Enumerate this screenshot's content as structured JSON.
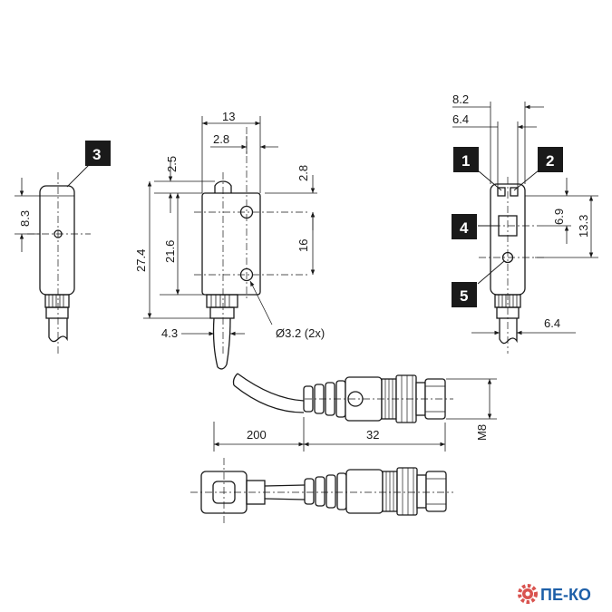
{
  "dimensions": {
    "d13": "13",
    "d2_8_top": "2.8",
    "d2_5": "2.5",
    "d2_8_right": "2.8",
    "d27_4": "27.4",
    "d21_6": "21.6",
    "d16": "16",
    "d8_3": "8.3",
    "d4_3": "4.3",
    "hole": "Ø3.2 (2x)",
    "d8_2": "8.2",
    "d6_4_top": "6.4",
    "d6_9": "6.9",
    "d13_3": "13.3",
    "d6_4_bottom": "6.4",
    "d200": "200",
    "d32": "32",
    "m8": "M8"
  },
  "callouts": [
    "1",
    "2",
    "3",
    "4",
    "5"
  ],
  "logo": {
    "text": "ПЕ-КО",
    "icon": "gear-icon",
    "colors": {
      "gear": "#d9534f",
      "text": "#1d5fa8"
    }
  },
  "colors": {
    "line": "#1a1a1a",
    "callout_bg": "#1a1a1a"
  }
}
